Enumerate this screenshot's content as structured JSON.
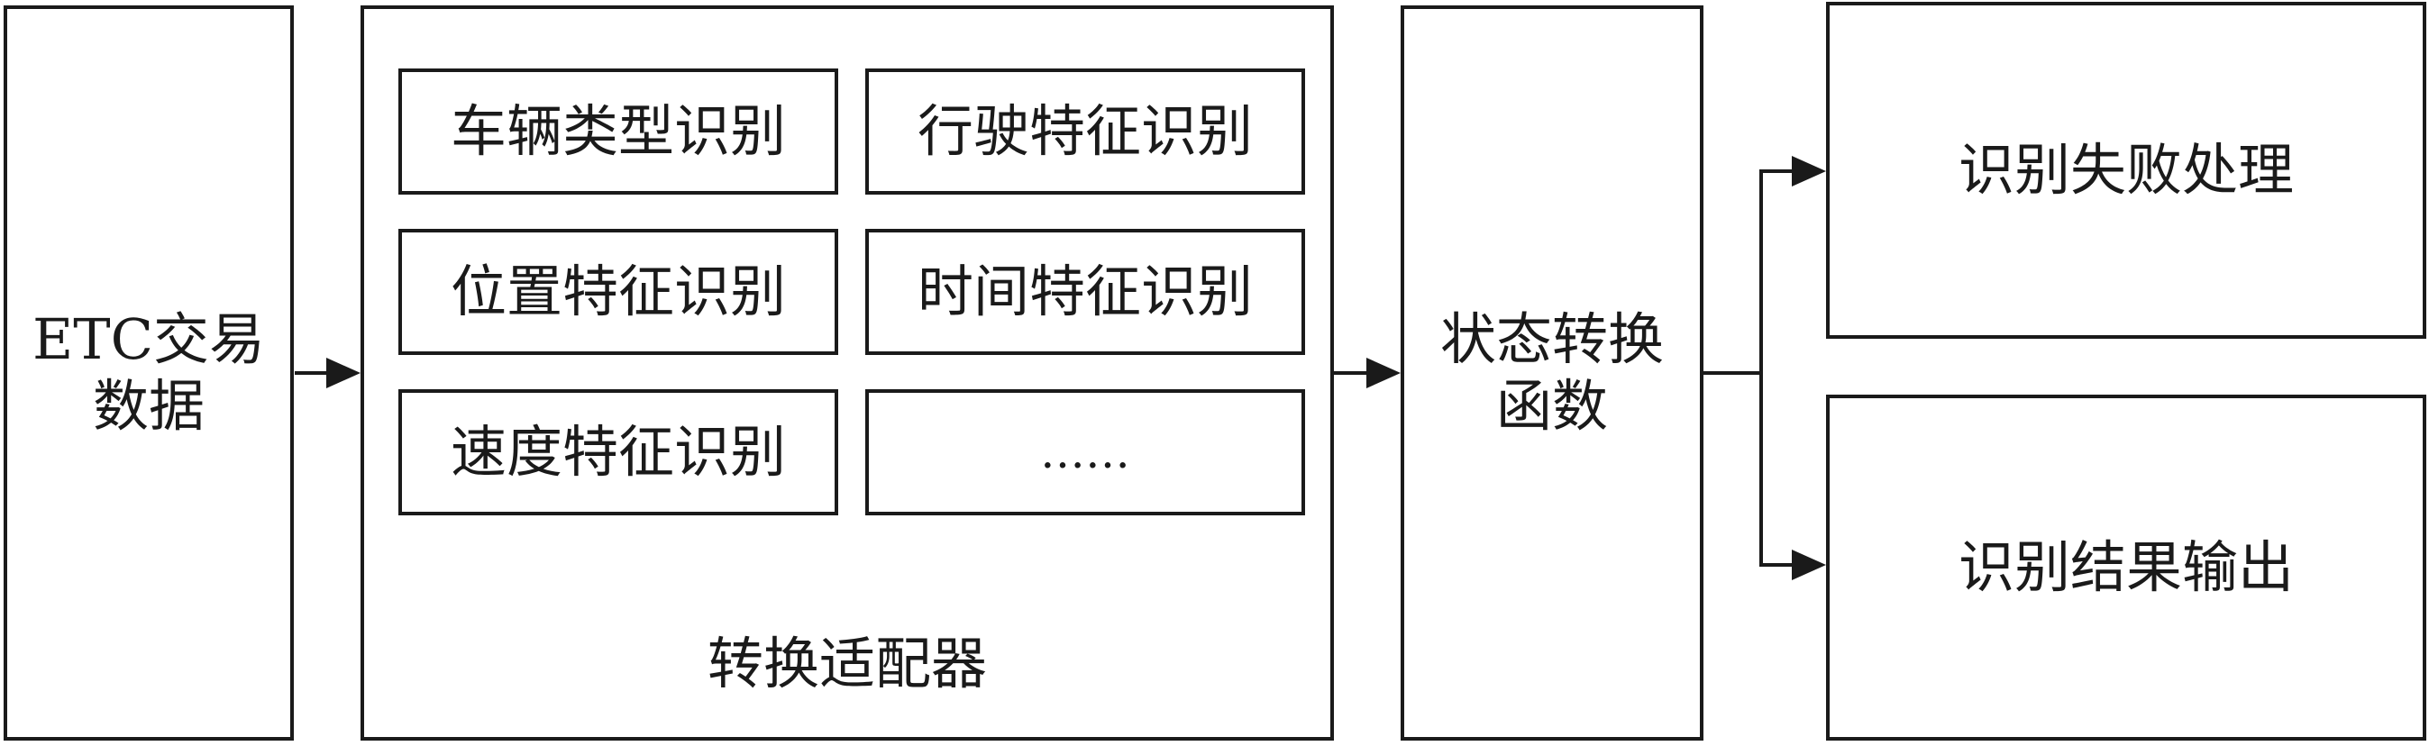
{
  "input": {
    "line1": "ETC交易",
    "line2": "数据"
  },
  "adapter": {
    "title": "转换适配器",
    "features": [
      "车辆类型识别",
      "行驶特征识别",
      "位置特征识别",
      "时间特征识别",
      "速度特征识别",
      "……"
    ]
  },
  "state_function": {
    "line1": "状态转换",
    "line2": "函数"
  },
  "outputs": {
    "failure": "识别失败处理",
    "result": "识别结果输出"
  },
  "colors": {
    "stroke": "#1a1a1a",
    "background": "#ffffff"
  }
}
